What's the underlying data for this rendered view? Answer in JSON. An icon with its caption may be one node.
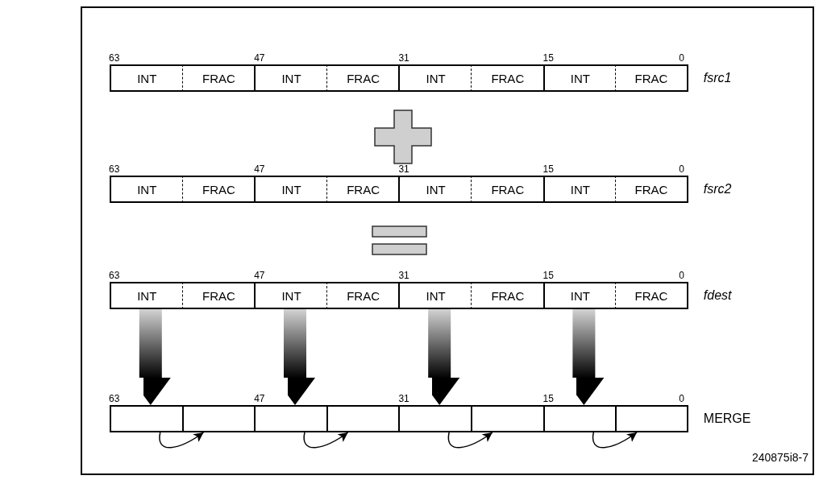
{
  "diagram": {
    "nodes": [
      {
        "text": [
          "INT"
        ]
      },
      {
        "text": [
          "FRAC"
        ]
      },
      {
        "text": [
          "INT"
        ]
      },
      {
        "text": [
          "FRAC"
        ]
      },
      {
        "text": [
          "INT"
        ]
      },
      {
        "text": [
          "FRAC"
        ]
      },
      {
        "text": [
          "INT"
        ]
      },
      {
        "text": [
          "FRAC"
        ]
      },
      {
        "text": [
          "INT"
        ]
      },
      {
        "text": [
          "FRAC"
        ]
      },
      {
        "text": [
          "INT"
        ]
      },
      {
        "text": [
          "FRAC"
        ]
      },
      {
        "text": [
          "INT"
        ]
      },
      {
        "text": [
          "FRAC"
        ]
      },
      {
        "text": [
          "INT"
        ]
      },
      {
        "text": [
          "FRAC"
        ]
      },
      {
        "text": [
          "INT"
        ]
      },
      {
        "text": [
          "FRAC"
        ]
      },
      {
        "text": [
          "INT"
        ]
      },
      {
        "text": [
          "FRAC"
        ]
      },
      {
        "text": [
          "INT"
        ]
      },
      {
        "text": [
          "FRAC"
        ]
      },
      {
        "text": [
          "INT"
        ]
      },
      {
        "text": [
          "FRAC"
        ]
      },
      {
        "text": [],
        "shape": "box"
      },
      {
        "text": [],
        "shape": "box"
      },
      {
        "text": [],
        "shape": "box"
      },
      {
        "text": [],
        "shape": "box"
      },
      {
        "text": [],
        "shape": "box"
      },
      {
        "text": [],
        "shape": "box"
      },
      {
        "text": [],
        "shape": "box"
      },
      {
        "text": [],
        "shape": "box"
      }
    ],
    "edges": [
      {
        "from": 16,
        "to": 24,
        "arrow": "to",
        "style": "thick"
      },
      {
        "from": 18,
        "to": 26,
        "arrow": "to",
        "style": "thick"
      },
      {
        "from": 20,
        "to": 28,
        "arrow": "to",
        "style": "thick"
      },
      {
        "from": 22,
        "to": 30,
        "arrow": "to",
        "style": "thick"
      },
      {
        "from": 24,
        "to": 25,
        "arrow": "to"
      },
      {
        "from": 26,
        "to": 27,
        "arrow": "to"
      },
      {
        "from": 28,
        "to": 29,
        "arrow": "to"
      },
      {
        "from": 30,
        "to": 31,
        "arrow": "to"
      }
    ],
    "labels": [
      "63",
      "47",
      "31",
      "15",
      "0",
      "fsrc1",
      "63",
      "47",
      "31",
      "15",
      "0",
      "fsrc2",
      "63",
      "47",
      "31",
      "15",
      "0",
      "fdest",
      "63",
      "47",
      "31",
      "15",
      "0",
      "MERGE",
      "240875i8-7"
    ]
  }
}
